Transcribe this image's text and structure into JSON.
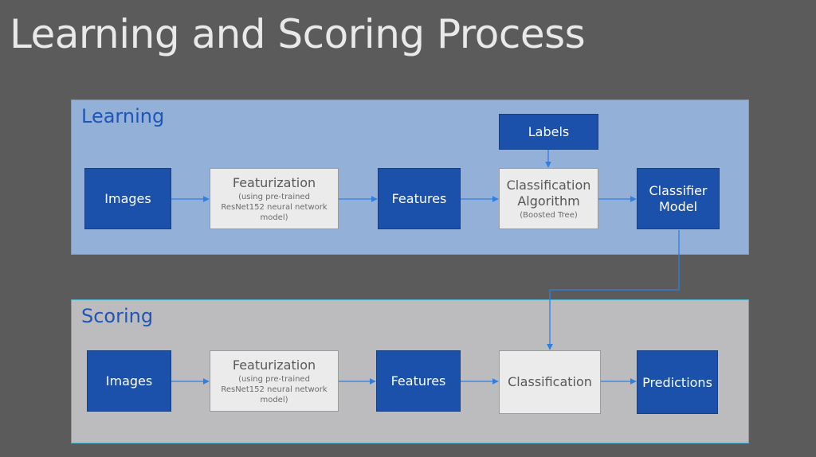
{
  "title": "Learning and Scoring Process",
  "colors": {
    "background": "#5b5b5b",
    "learning_panel": "#93b0d9",
    "scoring_panel": "#bcbcbe",
    "dark_box": "#1b51aa",
    "light_box": "#ebebeb",
    "arrow": "#2f7fe0",
    "panel_label": "#1f55b6"
  },
  "learning": {
    "label": "Learning",
    "images": "Images",
    "featurization": {
      "title": "Featurization",
      "subtitle": "(using pre-trained ResNet152 neural network model)"
    },
    "features": "Features",
    "labels": "Labels",
    "classification_algorithm": {
      "line1": "Classification",
      "line2": "Algorithm",
      "subtitle": "(Boosted Tree)"
    },
    "classifier_model": {
      "line1": "Classifier",
      "line2": "Model"
    }
  },
  "scoring": {
    "label": "Scoring",
    "images": "Images",
    "featurization": {
      "title": "Featurization",
      "subtitle": "(using pre-trained ResNet152 neural network model)"
    },
    "features": "Features",
    "classification": "Classification",
    "predictions": "Predictions"
  }
}
